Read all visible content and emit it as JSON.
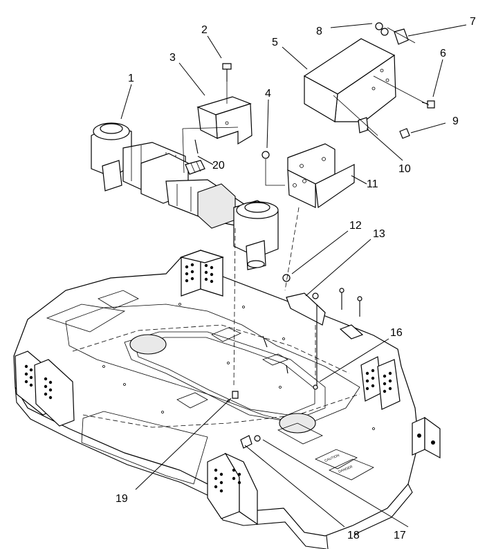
{
  "diagram": {
    "callouts": [
      {
        "id": "1",
        "label": "1"
      },
      {
        "id": "2",
        "label": "2"
      },
      {
        "id": "3",
        "label": "3"
      },
      {
        "id": "4",
        "label": "4"
      },
      {
        "id": "5",
        "label": "5"
      },
      {
        "id": "6",
        "label": "6"
      },
      {
        "id": "7",
        "label": "7"
      },
      {
        "id": "8",
        "label": "8"
      },
      {
        "id": "9",
        "label": "9"
      },
      {
        "id": "10",
        "label": "10"
      },
      {
        "id": "11",
        "label": "11"
      },
      {
        "id": "12",
        "label": "12"
      },
      {
        "id": "13",
        "label": "13"
      },
      {
        "id": "16",
        "label": "16"
      },
      {
        "id": "17",
        "label": "17"
      },
      {
        "id": "18",
        "label": "18"
      },
      {
        "id": "19",
        "label": "19"
      },
      {
        "id": "20",
        "label": "20"
      }
    ],
    "decals": {
      "danger": "DANGER",
      "caution": "CAUTION"
    },
    "colors": {
      "line": "#000000",
      "background": "#ffffff"
    }
  }
}
